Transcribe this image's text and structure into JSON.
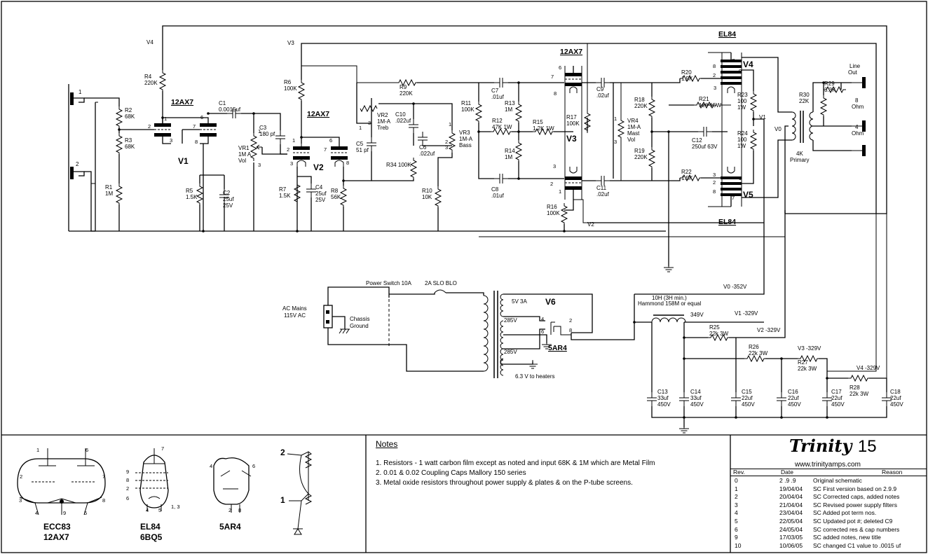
{
  "tube_labels": {
    "v1_type": "12AX7",
    "v2_type": "12AX7",
    "v3_type": "12AX7",
    "el84_top": "EL84",
    "el84_bottom": "EL84"
  },
  "stage_labels": {
    "v1": "V1",
    "v2": "V2",
    "v3": "V3",
    "v4": "V4",
    "v5": "V5",
    "v6": "V6"
  },
  "rails": {
    "v4": "V4",
    "v3": "V3",
    "v2": "V2",
    "v1": "V1",
    "v0": "V0"
  },
  "components": {
    "r1": [
      "R1",
      "1M"
    ],
    "r2": [
      "R2",
      "68K"
    ],
    "r3": [
      "R3",
      "68K"
    ],
    "r4": [
      "R4",
      "220K"
    ],
    "r5": [
      "R5",
      "1.5K"
    ],
    "r6": [
      "R6",
      "100K"
    ],
    "r7": [
      "R7",
      "1.5K"
    ],
    "r8": [
      "R8",
      "56K"
    ],
    "r9": [
      "R9",
      "220K"
    ],
    "r10": [
      "R10",
      "10K"
    ],
    "r11": [
      "R11",
      "100K"
    ],
    "r12": [
      "R12",
      "47K 1W"
    ],
    "r13": [
      "R13",
      "1M"
    ],
    "r14": [
      "R14",
      "1M"
    ],
    "r15": [
      "R15",
      "1.2K 1W"
    ],
    "r16": [
      "R16",
      "100K"
    ],
    "r17": [
      "R17",
      "100K"
    ],
    "r18": [
      "R18",
      "220K"
    ],
    "r19": [
      "R19",
      "220K"
    ],
    "r20": [
      "R20",
      "1.5K"
    ],
    "r21": [
      "R21",
      "120 15W"
    ],
    "r22": [
      "R22",
      "1.5K"
    ],
    "r23": [
      "R23",
      "100",
      "1W"
    ],
    "r24": [
      "R24",
      "100",
      "1W"
    ],
    "r25": [
      "R25",
      "22k 3W"
    ],
    "r26": [
      "R26",
      "22k 3W"
    ],
    "r27": [
      "R27",
      "22k 3W"
    ],
    "r28": [
      "R28",
      "22k 3W"
    ],
    "r29": [
      "R29",
      "3.3K"
    ],
    "r30": [
      "R30",
      "22K"
    ],
    "r34": [
      "R34 100K"
    ],
    "c1": [
      "C1",
      "0.0015uf"
    ],
    "c2": [
      "C2",
      "25uf",
      "25V"
    ],
    "c3": [
      "C3",
      "180 pf"
    ],
    "c4": [
      "C4",
      "25uf",
      "25V"
    ],
    "c5": [
      "C5",
      "51 pf"
    ],
    "c6": [
      "C6",
      ".022uf"
    ],
    "c7": [
      "C7",
      ".01uf"
    ],
    "c8": [
      "C8",
      ".01uf"
    ],
    "c9": [
      "C9",
      ".02uf"
    ],
    "c10": [
      "C10",
      ".022uf"
    ],
    "c11": [
      "C11",
      ".02uf"
    ],
    "c12": [
      "C12",
      "250uf 63V"
    ],
    "c13": [
      "C13",
      "33uf",
      "450V"
    ],
    "c14": [
      "C14",
      "33uf",
      "450V"
    ],
    "c15": [
      "C15",
      "22uf",
      "450V"
    ],
    "c16": [
      "C16",
      "22uf",
      "450V"
    ],
    "c17": [
      "C17",
      "22uf",
      "450V"
    ],
    "c18": [
      "C18",
      "22uf",
      "450V"
    ],
    "vr1": [
      "VR1",
      "1M A",
      "Vol"
    ],
    "vr2": [
      "VR2",
      "1M-A",
      "Treb"
    ],
    "vr3": [
      "VR3",
      "1M-A",
      "Bass"
    ],
    "vr4": [
      "VR4",
      "1M-A",
      "Mast",
      "Vol"
    ]
  },
  "power_labels": {
    "ac_mains": "AC Mains",
    "ac_voltage": "115V AC",
    "chassis": "Chassis",
    "ground": "Ground",
    "power_switch": "Power Switch 10A",
    "fuse": "2A SLO BLO",
    "rect_winding": "5V 3A",
    "hv_top": "285V",
    "hv_bottom": "285V",
    "heaters": "6.3 V to heaters",
    "rectifier": "5AR4",
    "choke": "10H (3H min.)",
    "choke_model": "Hammond 158M or equal",
    "choke_v": "349V",
    "v0_rail": "V0 -352V",
    "v1_rail": "V1 -329V",
    "v2_rail": "V2 -329V",
    "v3_rail": "V3 -329V",
    "v4_rail": "V4 -329V",
    "ot_primary": "4K",
    "ot_primary2": "Primary",
    "line_out": "Line",
    "line_out2": "Out",
    "ohm8": "8",
    "ohm8b": "Ohm",
    "ohm4": "4",
    "ohm4b": "Ohm",
    "jack1": "1",
    "jack2": "2"
  },
  "tube_diagrams": {
    "ecc83": [
      "ECC83",
      "12AX7"
    ],
    "el84": [
      "EL84",
      "6BQ5"
    ],
    "ar4": [
      "5AR4"
    ]
  },
  "notes": {
    "title": "Notes",
    "items": [
      "1. Resistors - 1 watt carbon film  except as noted and input 68K & 1M which are Metal Film",
      "2. 0.01 & 0.02 Coupling Caps Mallory 150 series",
      "3. Metal oxide resistors throughout power supply & plates & on the P-tube screens."
    ]
  },
  "title_block": {
    "brand": "Trinity",
    "model": "15",
    "url": "www.trinityamps.com",
    "headers": [
      "Rev.",
      "Date",
      "Reason"
    ],
    "revisions": [
      [
        "0",
        "2 .9 .9",
        "Original schematic"
      ],
      [
        "1",
        "19/04/04",
        "SC  First version based on  2.9.9"
      ],
      [
        "2",
        "20/04/04",
        "SC  Corrected caps, added notes"
      ],
      [
        "3",
        "21/04/04",
        "SC  Revised power supply filters"
      ],
      [
        "4",
        "23/04/04",
        "SC  Added pot term nos."
      ],
      [
        "5",
        "22/05/04",
        "SC  Updated pot #; deleted C9"
      ],
      [
        "6",
        "24/05/04",
        "SC  corrected res & cap numbers"
      ],
      [
        "9",
        "17/03/05",
        "SC  added notes, new title"
      ],
      [
        "10",
        "10/06/05",
        "SC  changed C1 value to .0015 uf"
      ]
    ]
  }
}
